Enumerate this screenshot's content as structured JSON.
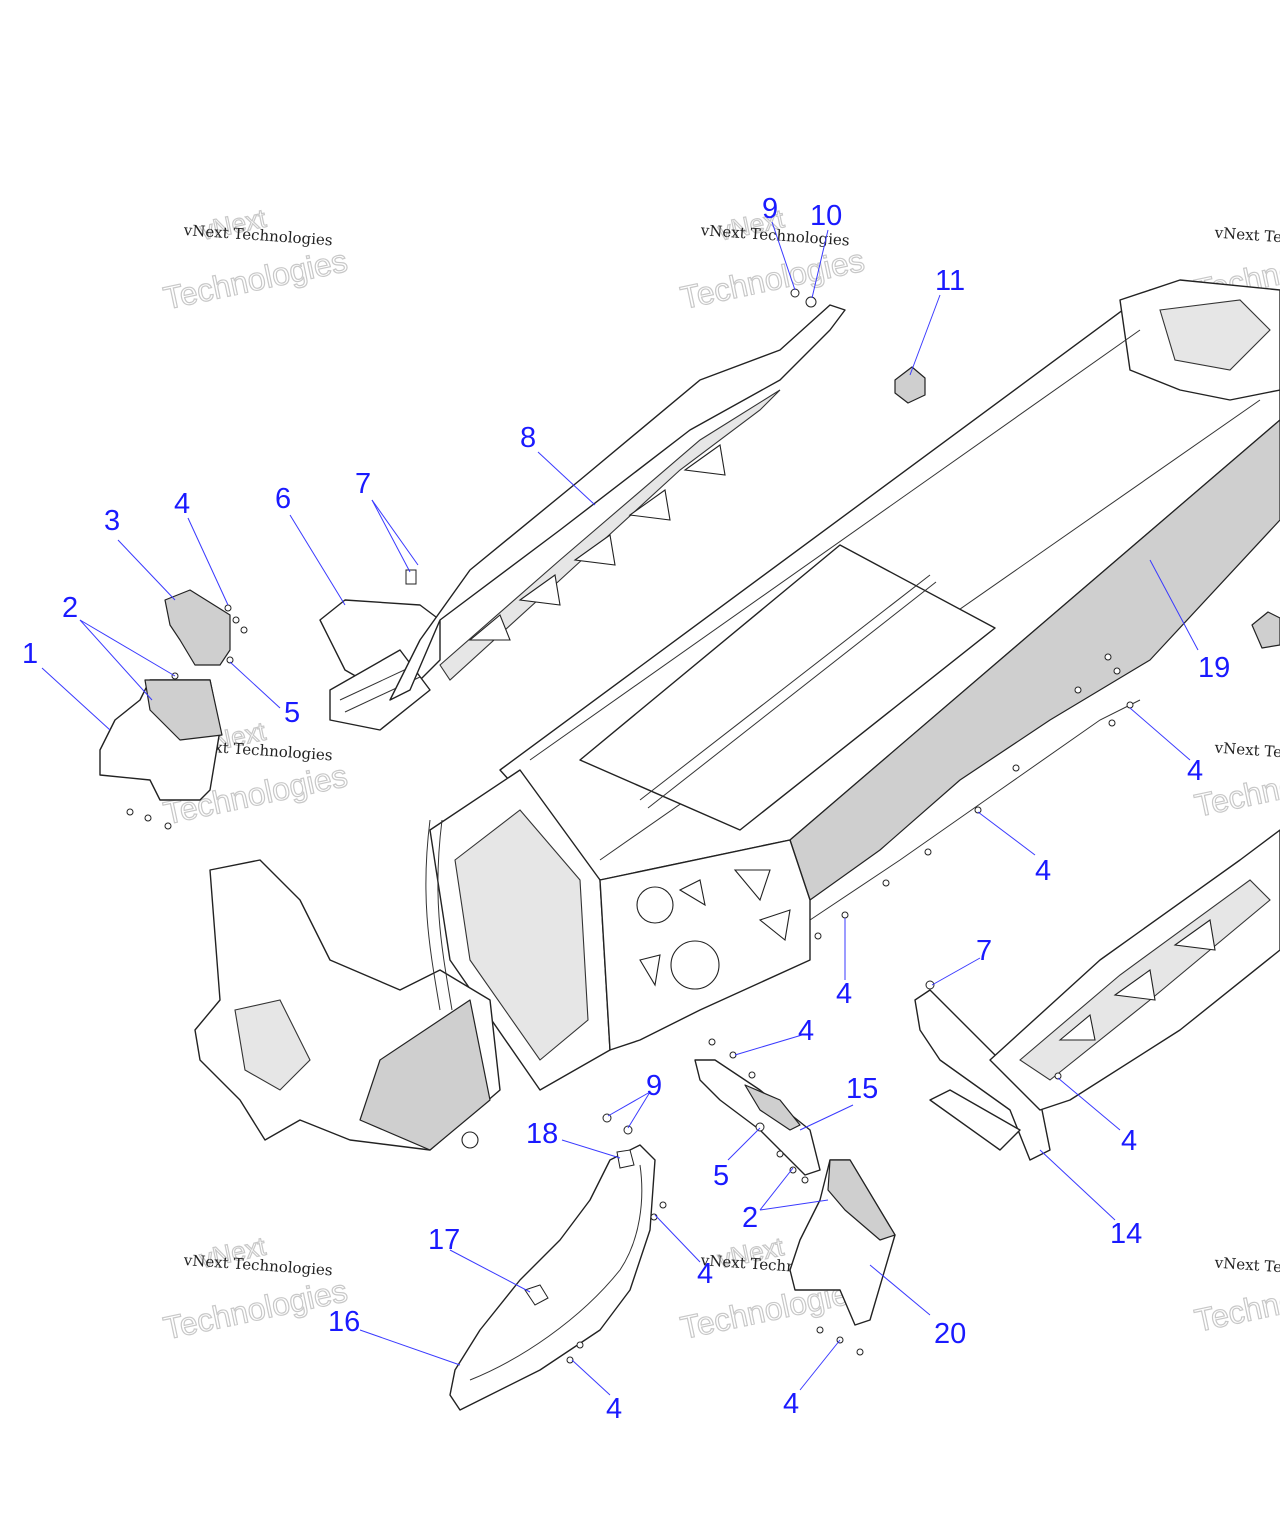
{
  "watermark": {
    "line1": "vNext Technologies",
    "line2": "Technologies",
    "line3": "vNext"
  },
  "callouts": {
    "c1": "1",
    "c2a": "2",
    "c2b": "2",
    "c3": "3",
    "c4a": "4",
    "c4b": "4",
    "c4c": "4",
    "c4d": "4",
    "c4e": "4",
    "c4f": "4",
    "c4g": "4",
    "c4h": "4",
    "c4i": "4",
    "c5a": "5",
    "c5b": "5",
    "c6": "6",
    "c7a": "7",
    "c7b": "7",
    "c8": "8",
    "c9a": "9",
    "c9b": "9",
    "c10": "10",
    "c11": "11",
    "c14": "14",
    "c15": "15",
    "c16": "16",
    "c17": "17",
    "c18": "18",
    "c19": "19",
    "c20": "20"
  },
  "colors": {
    "callout": "#1a1aff",
    "shade": "#cfcfcf"
  }
}
